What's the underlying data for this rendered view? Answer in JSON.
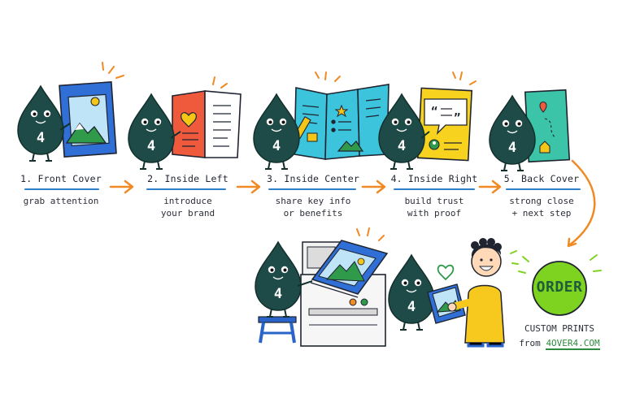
{
  "steps": [
    {
      "title": "1. Front Cover",
      "sub": [
        "grab attention"
      ]
    },
    {
      "title": "2. Inside Left",
      "sub": [
        "introduce",
        "your brand"
      ]
    },
    {
      "title": "3. Inside Center",
      "sub": [
        "share key info",
        "or benefits"
      ]
    },
    {
      "title": "4. Inside Right",
      "sub": [
        "build trust",
        "with proof"
      ]
    },
    {
      "title": "5. Back Cover",
      "sub": [
        "strong close",
        "+ next step"
      ]
    }
  ],
  "mascot_label": "4",
  "order": {
    "button": "ORDER",
    "line1": "CUSTOM PRINTS",
    "line2_prefix": "from",
    "line2_brand": "4OVER4.COM"
  },
  "colors": {
    "mascot": "#1e4b47",
    "arrow": "#f08a24",
    "underline": "#2f7fc8",
    "order_green": "#7ed321",
    "brand_green": "#2e8b3d"
  }
}
